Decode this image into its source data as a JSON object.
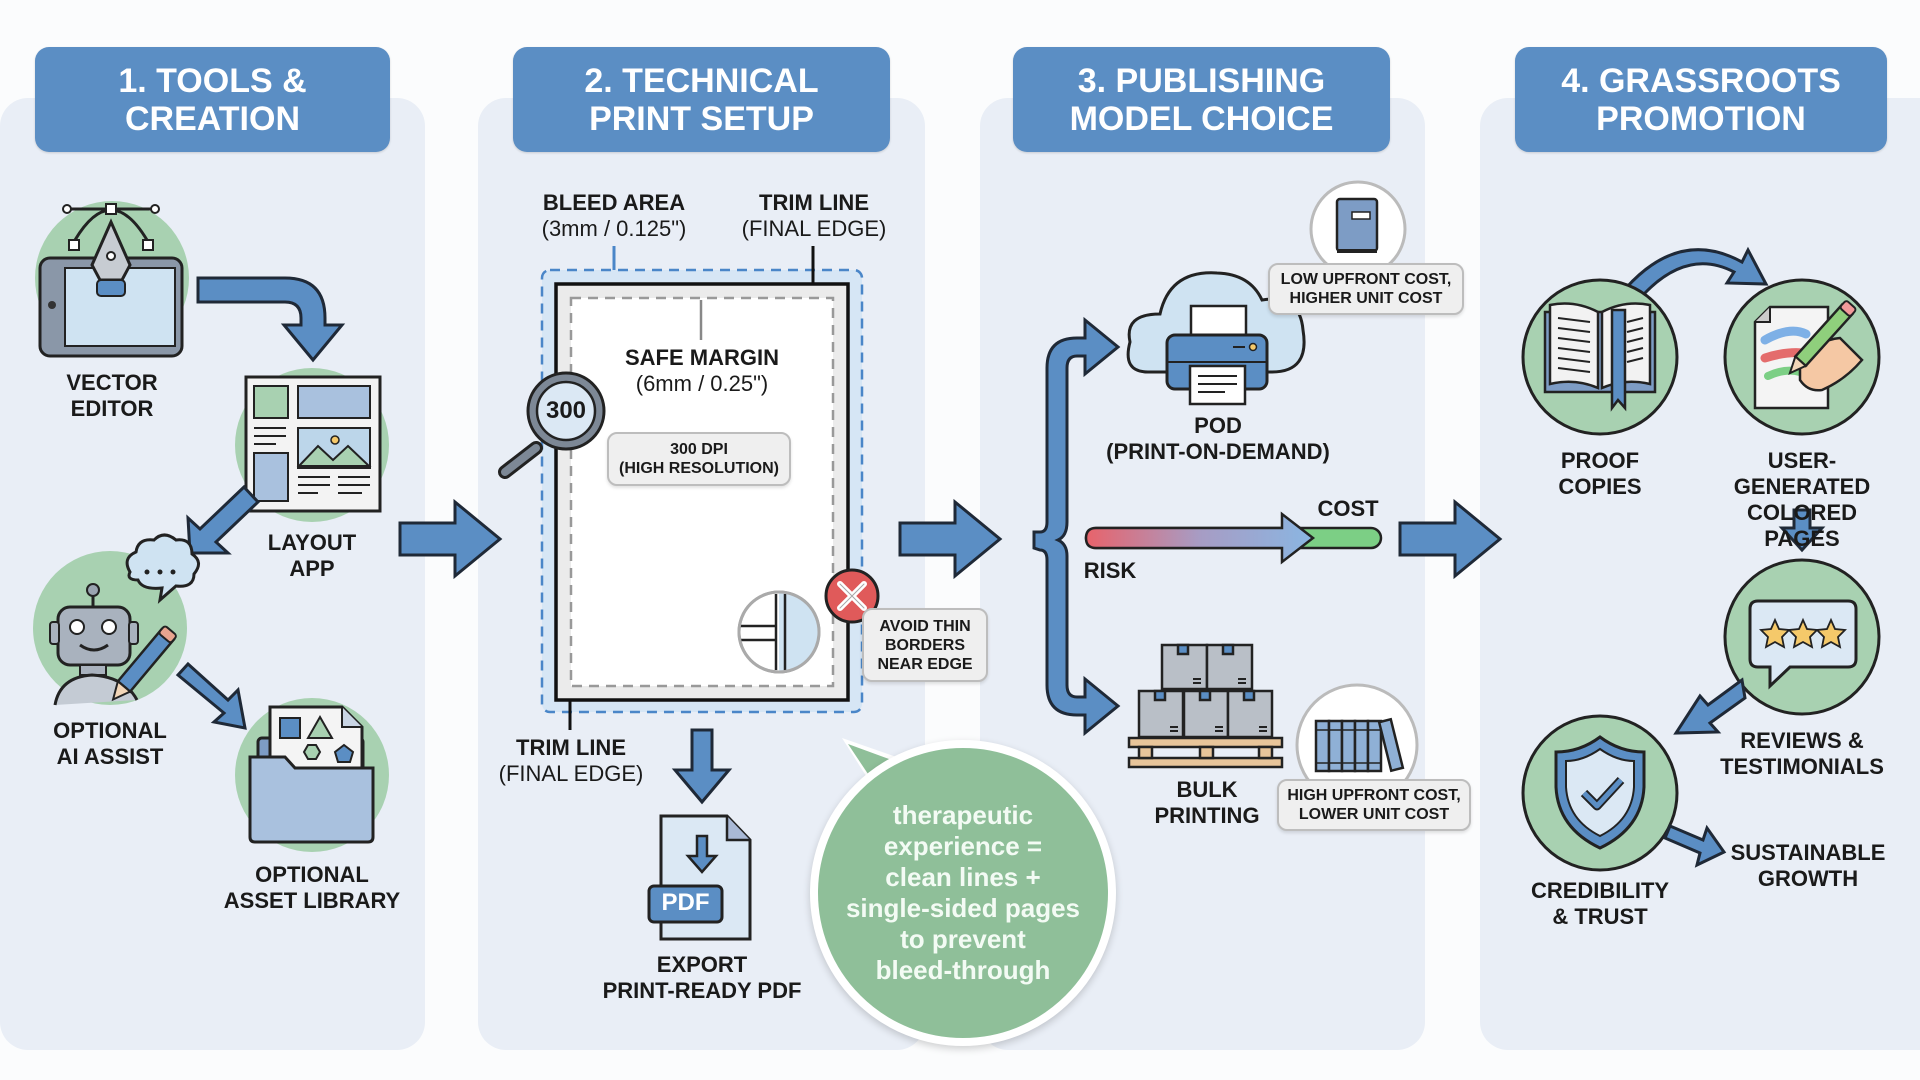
{
  "colors": {
    "header_bg": "#5b8ec4",
    "panel_bg": "#e9eef6",
    "arrow_blue": "#5b8ec4",
    "circle_green": "#a8d1b1",
    "bubble_green": "#8fbf99",
    "risk_red": "#e8636b",
    "cost_green": "#7ccf85",
    "error_red": "#e05a5a"
  },
  "panels": [
    {
      "title": "1. TOOLS &\nCREATION",
      "items": [
        {
          "label": "VECTOR\nEDITOR",
          "icon": "pen-tool-tablet-icon"
        },
        {
          "label": "LAYOUT\nAPP",
          "icon": "page-layout-icon"
        },
        {
          "label": "OPTIONAL\nAI ASSIST",
          "icon": "robot-icon"
        },
        {
          "label": "OPTIONAL\nASSET LIBRARY",
          "icon": "folder-shapes-icon"
        }
      ]
    },
    {
      "title": "2. TECHNICAL\nPRINT SETUP",
      "bleed_area": {
        "title": "BLEED AREA",
        "value": "(3mm / 0.125\")"
      },
      "trim_line_top": {
        "title": "TRIM LINE",
        "value": "(FINAL EDGE)"
      },
      "safe_margin": {
        "title": "SAFE MARGIN",
        "value": "(6mm / 0.25\")"
      },
      "magnifier_value": "300",
      "dpi_badge": "300 DPI\n(HIGH RESOLUTION)",
      "warning": "AVOID THIN\nBORDERS\nNEAR EDGE",
      "trim_line_bottom": {
        "title": "TRIM LINE",
        "value": "(FINAL EDGE)"
      },
      "pdf_icon_text": "PDF",
      "export_label": "EXPORT\nPRINT-READY PDF",
      "bubble_text": "therapeutic\nexperience =\nclean lines +\nsingle-sided pages\nto prevent\nbleed-through"
    },
    {
      "title": "3. PUBLISHING\nMODEL CHOICE",
      "pod_label": "POD\n(PRINT-ON-DEMAND)",
      "pod_note": "LOW UPFRONT COST,\nHIGHER UNIT COST",
      "scale_left": "RISK",
      "scale_right": "COST",
      "bulk_label": "BULK\nPRINTING",
      "bulk_note": "HIGH UPFRONT COST,\nLOWER UNIT COST"
    },
    {
      "title": "4. GRASSROOTS\nPROMOTION",
      "items": [
        {
          "label": "PROOF\nCOPIES",
          "icon": "open-book-icon"
        },
        {
          "label": "USER-GENERATED\nCOLORED PAGES",
          "icon": "hand-coloring-icon"
        },
        {
          "label": "REVIEWS &\nTESTIMONIALS",
          "icon": "star-review-bubble-icon"
        },
        {
          "label": "CREDIBILITY\n& TRUST",
          "icon": "shield-check-icon"
        },
        {
          "label": "SUSTAINABLE\nGROWTH",
          "icon": ""
        }
      ]
    }
  ]
}
